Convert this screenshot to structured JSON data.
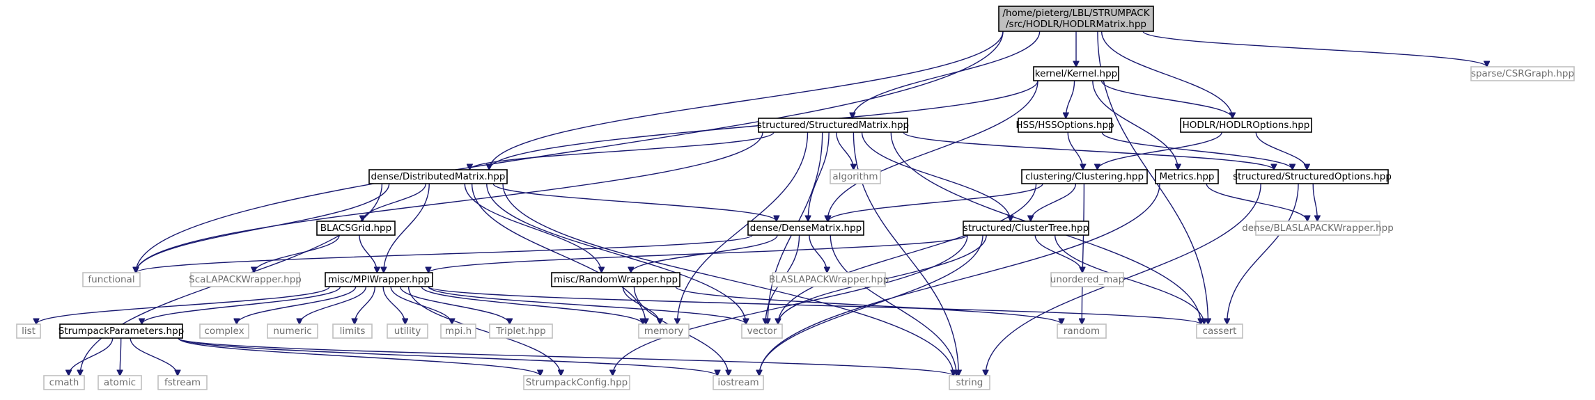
{
  "diagram": {
    "nodes": [
      {
        "id": "root",
        "lines": [
          "/home/pieterg/LBL/STRUMPACK",
          "/src/HODLR/HODLRMatrix.hpp"
        ],
        "kind": "root"
      },
      {
        "id": "functional",
        "lines": [
          "functional"
        ],
        "kind": "ext"
      },
      {
        "id": "kernel",
        "lines": [
          "kernel/Kernel.hpp"
        ],
        "kind": "file"
      },
      {
        "id": "hodlropts",
        "lines": [
          "HODLR/HODLROptions.hpp"
        ],
        "kind": "file"
      },
      {
        "id": "csrgraph",
        "lines": [
          "sparse/CSRGraph.hpp"
        ],
        "kind": "ext"
      },
      {
        "id": "structmatrix",
        "lines": [
          "structured/StructuredMatrix.hpp"
        ],
        "kind": "file"
      },
      {
        "id": "hssopts",
        "lines": [
          "HSS/HSSOptions.hpp"
        ],
        "kind": "file"
      },
      {
        "id": "distmatrix",
        "lines": [
          "dense/DistributedMatrix.hpp"
        ],
        "kind": "file"
      },
      {
        "id": "algorithm",
        "lines": [
          "algorithm"
        ],
        "kind": "ext"
      },
      {
        "id": "clustering",
        "lines": [
          "clustering/Clustering.hpp"
        ],
        "kind": "file"
      },
      {
        "id": "metrics",
        "lines": [
          "Metrics.hpp"
        ],
        "kind": "file"
      },
      {
        "id": "structopts",
        "lines": [
          "structured/StructuredOptions.hpp"
        ],
        "kind": "file"
      },
      {
        "id": "blacsgrid",
        "lines": [
          "BLACSGrid.hpp"
        ],
        "kind": "file"
      },
      {
        "id": "densematrix",
        "lines": [
          "dense/DenseMatrix.hpp"
        ],
        "kind": "file"
      },
      {
        "id": "clustertree",
        "lines": [
          "structured/ClusterTree.hpp"
        ],
        "kind": "file"
      },
      {
        "id": "blaslapackwrapper",
        "lines": [
          "dense/BLASLAPACKWrapper.hpp"
        ],
        "kind": "ext"
      },
      {
        "id": "scalapack",
        "lines": [
          "ScaLAPACKWrapper.hpp"
        ],
        "kind": "ext"
      },
      {
        "id": "blaslapack",
        "lines": [
          "BLASLAPACKWrapper.hpp"
        ],
        "kind": "ext"
      },
      {
        "id": "unorderedmap",
        "lines": [
          "unordered_map"
        ],
        "kind": "ext"
      },
      {
        "id": "mpiwrapper",
        "lines": [
          "misc/MPIWrapper.hpp"
        ],
        "kind": "file"
      },
      {
        "id": "randomwrapper",
        "lines": [
          "misc/RandomWrapper.hpp"
        ],
        "kind": "file"
      },
      {
        "id": "list",
        "lines": [
          "list"
        ],
        "kind": "ext"
      },
      {
        "id": "strumpackparams",
        "lines": [
          "StrumpackParameters.hpp"
        ],
        "kind": "file"
      },
      {
        "id": "complex",
        "lines": [
          "complex"
        ],
        "kind": "ext"
      },
      {
        "id": "numeric",
        "lines": [
          "numeric"
        ],
        "kind": "ext"
      },
      {
        "id": "limits",
        "lines": [
          "limits"
        ],
        "kind": "ext"
      },
      {
        "id": "utility",
        "lines": [
          "utility"
        ],
        "kind": "ext"
      },
      {
        "id": "mpih",
        "lines": [
          "mpi.h"
        ],
        "kind": "ext"
      },
      {
        "id": "triplet",
        "lines": [
          "Triplet.hpp"
        ],
        "kind": "ext"
      },
      {
        "id": "memory",
        "lines": [
          "memory"
        ],
        "kind": "ext"
      },
      {
        "id": "vector",
        "lines": [
          "vector"
        ],
        "kind": "ext"
      },
      {
        "id": "random",
        "lines": [
          "random"
        ],
        "kind": "ext"
      },
      {
        "id": "cassert",
        "lines": [
          "cassert"
        ],
        "kind": "ext"
      },
      {
        "id": "cmath",
        "lines": [
          "cmath"
        ],
        "kind": "ext"
      },
      {
        "id": "atomic",
        "lines": [
          "atomic"
        ],
        "kind": "ext"
      },
      {
        "id": "fstream",
        "lines": [
          "fstream"
        ],
        "kind": "ext"
      },
      {
        "id": "strumpackconfig",
        "lines": [
          "StrumpackConfig.hpp"
        ],
        "kind": "ext"
      },
      {
        "id": "iostream",
        "lines": [
          "iostream"
        ],
        "kind": "ext"
      },
      {
        "id": "string",
        "lines": [
          "string"
        ],
        "kind": "ext"
      }
    ],
    "edges": [
      [
        "root",
        "functional"
      ],
      [
        "root",
        "kernel"
      ],
      [
        "root",
        "hodlropts"
      ],
      [
        "root",
        "csrgraph"
      ],
      [
        "root",
        "structmatrix"
      ],
      [
        "root",
        "distmatrix"
      ],
      [
        "root",
        "cassert"
      ],
      [
        "kernel",
        "distmatrix"
      ],
      [
        "kernel",
        "densematrix"
      ],
      [
        "kernel",
        "hssopts"
      ],
      [
        "kernel",
        "hodlropts"
      ],
      [
        "kernel",
        "metrics"
      ],
      [
        "hodlropts",
        "clustering"
      ],
      [
        "hodlropts",
        "structopts"
      ],
      [
        "structmatrix",
        "functional"
      ],
      [
        "structmatrix",
        "distmatrix"
      ],
      [
        "structmatrix",
        "algorithm"
      ],
      [
        "structmatrix",
        "densematrix"
      ],
      [
        "structmatrix",
        "clustertree"
      ],
      [
        "structmatrix",
        "structopts"
      ],
      [
        "structmatrix",
        "vector"
      ],
      [
        "structmatrix",
        "memory"
      ],
      [
        "structmatrix",
        "cassert"
      ],
      [
        "structmatrix",
        "string"
      ],
      [
        "hssopts",
        "clustering"
      ],
      [
        "hssopts",
        "structopts"
      ],
      [
        "distmatrix",
        "functional"
      ],
      [
        "distmatrix",
        "blacsgrid"
      ],
      [
        "distmatrix",
        "densematrix"
      ],
      [
        "distmatrix",
        "mpiwrapper"
      ],
      [
        "distmatrix",
        "randomwrapper"
      ],
      [
        "distmatrix",
        "cmath"
      ],
      [
        "distmatrix",
        "memory"
      ],
      [
        "distmatrix",
        "vector"
      ],
      [
        "distmatrix",
        "string"
      ],
      [
        "clustering",
        "densematrix"
      ],
      [
        "clustering",
        "clustertree"
      ],
      [
        "clustering",
        "vector"
      ],
      [
        "clustering",
        "random"
      ],
      [
        "metrics",
        "blaslapackwrapper"
      ],
      [
        "metrics",
        "iostream"
      ],
      [
        "structopts",
        "blaslapackwrapper"
      ],
      [
        "structopts",
        "cassert"
      ],
      [
        "structopts",
        "string"
      ],
      [
        "blacsgrid",
        "scalapack"
      ],
      [
        "blacsgrid",
        "mpiwrapper"
      ],
      [
        "densematrix",
        "functional"
      ],
      [
        "densematrix",
        "blaslapack"
      ],
      [
        "densematrix",
        "randomwrapper"
      ],
      [
        "densematrix",
        "vector"
      ],
      [
        "densematrix",
        "string"
      ],
      [
        "clustertree",
        "mpiwrapper"
      ],
      [
        "clustertree",
        "unorderedmap"
      ],
      [
        "clustertree",
        "vector"
      ],
      [
        "clustertree",
        "cassert"
      ],
      [
        "clustertree",
        "strumpackconfig"
      ],
      [
        "clustertree",
        "iostream"
      ],
      [
        "mpiwrapper",
        "list"
      ],
      [
        "mpiwrapper",
        "strumpackparams"
      ],
      [
        "mpiwrapper",
        "complex"
      ],
      [
        "mpiwrapper",
        "numeric"
      ],
      [
        "mpiwrapper",
        "limits"
      ],
      [
        "mpiwrapper",
        "utility"
      ],
      [
        "mpiwrapper",
        "mpih"
      ],
      [
        "mpiwrapper",
        "triplet"
      ],
      [
        "mpiwrapper",
        "memory"
      ],
      [
        "mpiwrapper",
        "vector"
      ],
      [
        "mpiwrapper",
        "cassert"
      ],
      [
        "mpiwrapper",
        "strumpackconfig"
      ],
      [
        "randomwrapper",
        "memory"
      ],
      [
        "randomwrapper",
        "random"
      ],
      [
        "randomwrapper",
        "iostream"
      ],
      [
        "strumpackparams",
        "cmath"
      ],
      [
        "strumpackparams",
        "atomic"
      ],
      [
        "strumpackparams",
        "fstream"
      ],
      [
        "strumpackparams",
        "strumpackconfig"
      ],
      [
        "strumpackparams",
        "iostream"
      ],
      [
        "strumpackparams",
        "string"
      ]
    ],
    "colors": {
      "edge": "#191970",
      "node_border": "#000000",
      "external_border": "#bfbfbf",
      "external_text": "#6e6e6e",
      "root_fill": "#bfbfbf"
    }
  }
}
